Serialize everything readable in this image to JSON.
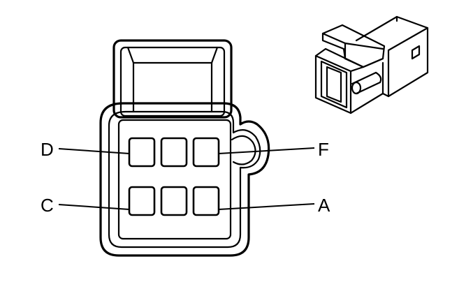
{
  "diagram": {
    "pins": [
      {
        "id": "D",
        "label": "D"
      },
      {
        "id": "F",
        "label": "F"
      },
      {
        "id": "C",
        "label": "C"
      },
      {
        "id": "A",
        "label": "A"
      }
    ],
    "line_color": "#000000",
    "background_color": "#ffffff"
  }
}
